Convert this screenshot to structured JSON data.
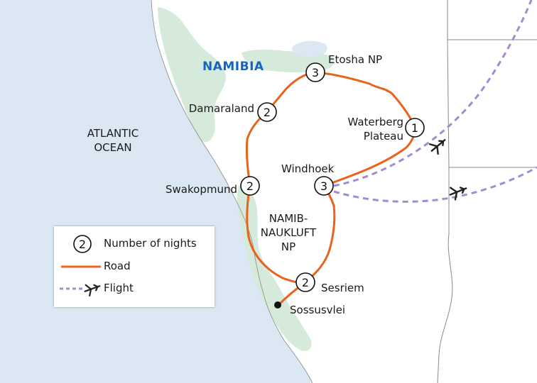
{
  "map": {
    "country_label": "NAMIBIA",
    "ocean_label_line1": "ATLANTIC",
    "ocean_label_line2": "OCEAN",
    "park_label_line1": "NAMIB-",
    "park_label_line2": "NAUKLUFT",
    "park_label_line3": "NP",
    "colors": {
      "ocean": "#dbe8f3",
      "land": "#ffffff",
      "park": "#d6eadb",
      "road": "#e8631c",
      "flight": "#a48ad0",
      "border": "#8a8a8a"
    },
    "stops": [
      {
        "name": "Etosha NP",
        "nights": "3"
      },
      {
        "name": "Damaraland",
        "nights": "2"
      },
      {
        "name": "Waterberg",
        "name2": "Plateau",
        "nights": "1"
      },
      {
        "name": "Windhoek",
        "nights": "3"
      },
      {
        "name": "Swakopmund",
        "nights": "2"
      },
      {
        "name": "Sesriem",
        "nights": "2"
      },
      {
        "name": "Sossusvlei",
        "nights": ""
      }
    ]
  },
  "legend": {
    "sample_nights": "2",
    "nights_label": "Number of nights",
    "road_label": "Road",
    "flight_label": "Flight"
  }
}
